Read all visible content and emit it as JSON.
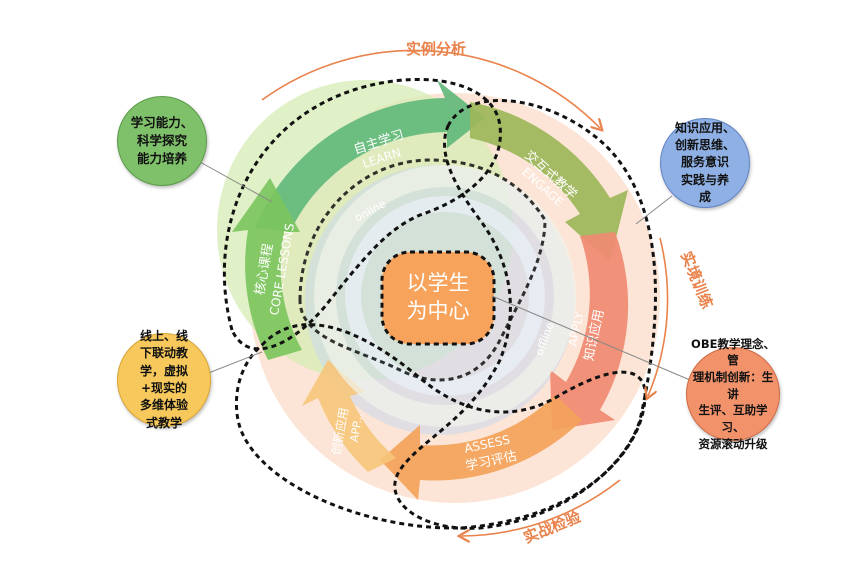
{
  "center": {
    "line1": "以学生",
    "line2": "为中心"
  },
  "stages": {
    "learn": {
      "zh": "自主学习",
      "en": "LEARN"
    },
    "engage": {
      "zh": "交互式教学",
      "en": "ENGAGE"
    },
    "apply": {
      "zh": "知识应用",
      "en": "APPLY"
    },
    "assess": {
      "zh": "学习评估",
      "en": "ASSESS"
    },
    "core": {
      "zh": "核心课程",
      "en": "CORE LESSONS"
    },
    "create": {
      "zh": "创新应用",
      "en": "APP..."
    }
  },
  "inner_labels": {
    "online": "online",
    "offline": "offline"
  },
  "outer_labels": {
    "top": "实例分析",
    "right": "实境训练",
    "bottom": "实战检验"
  },
  "bubbles": {
    "green": "学习能力、\n科学探究\n能力培养",
    "blue": "知识应用、\n创新思维、\n服务意识\n实践与养\n成",
    "yellow": "线上、线\n下联动教\n学，虚拟\n+现实的\n多维体验\n式教学",
    "red": "OBE教学理念、管\n理机制创新：生讲\n生评、互助学习、\n资源滚动升级"
  },
  "colors": {
    "green": "#6cc17e",
    "olive": "#9cb75a",
    "salmon": "#f08a72",
    "orange": "#f3a35a",
    "center": "#f7a35c",
    "arc": "#e9824b"
  }
}
